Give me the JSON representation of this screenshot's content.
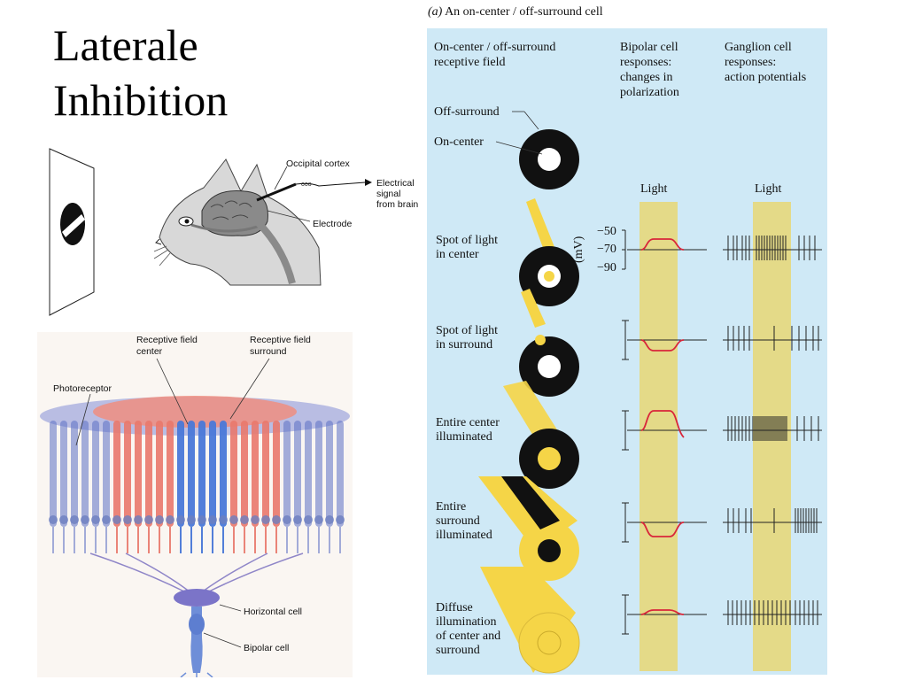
{
  "slide": {
    "title_line1": "Laterale",
    "title_line2": "Inhibition"
  },
  "cat_figure": {
    "occipital_cortex": "Occipital cortex",
    "electrical_signal_1": "Electrical",
    "electrical_signal_2": "signal",
    "electrical_signal_3": "from brain",
    "electrode": "Electrode"
  },
  "retina_figure": {
    "rf_center_1": "Receptive field",
    "rf_center_2": "center",
    "rf_surround_1": "Receptive field",
    "rf_surround_2": "surround",
    "photoreceptor": "Photoreceptor",
    "horizontal_cell": "Horizontal cell",
    "bipolar_cell": "Bipolar cell"
  },
  "onoff_figure": {
    "caption_letter": "(a)",
    "caption": "An on-center / off-surround cell",
    "col1_1": "On-center / off-surround",
    "col1_2": "receptive field",
    "col2_1": "Bipolar cell",
    "col2_2": "responses:",
    "col2_3": "changes in",
    "col2_4": "polarization",
    "col3_1": "Ganglion cell",
    "col3_2": "responses:",
    "col3_3": "action potentials",
    "off_surround": "Off-surround",
    "on_center": "On-center",
    "light_bipolar": "Light",
    "light_ganglion": "Light",
    "axis_unit": "(mV)",
    "tick_m50": "−50",
    "tick_m70": "−70",
    "tick_m90": "−90",
    "rows": [
      {
        "line1": "Spot of light",
        "line2": "in center"
      },
      {
        "line1": "Spot of light",
        "line2": "in surround"
      },
      {
        "line1": "Entire center",
        "line2": "illuminated"
      },
      {
        "line1": "Entire",
        "line2": "surround",
        "line3": "illuminated"
      },
      {
        "line1": "Diffuse",
        "line2": "illumination",
        "line3": "of center and",
        "line4": "surround"
      }
    ]
  },
  "colors": {
    "panel_bg": "#cfe9f6",
    "light_band": "#e8d774",
    "spot_yellow": "#f5d547",
    "trace_red": "#d9263a",
    "photoreceptor_blue": "#5b6fc4",
    "photoreceptor_red": "#e9786b"
  }
}
